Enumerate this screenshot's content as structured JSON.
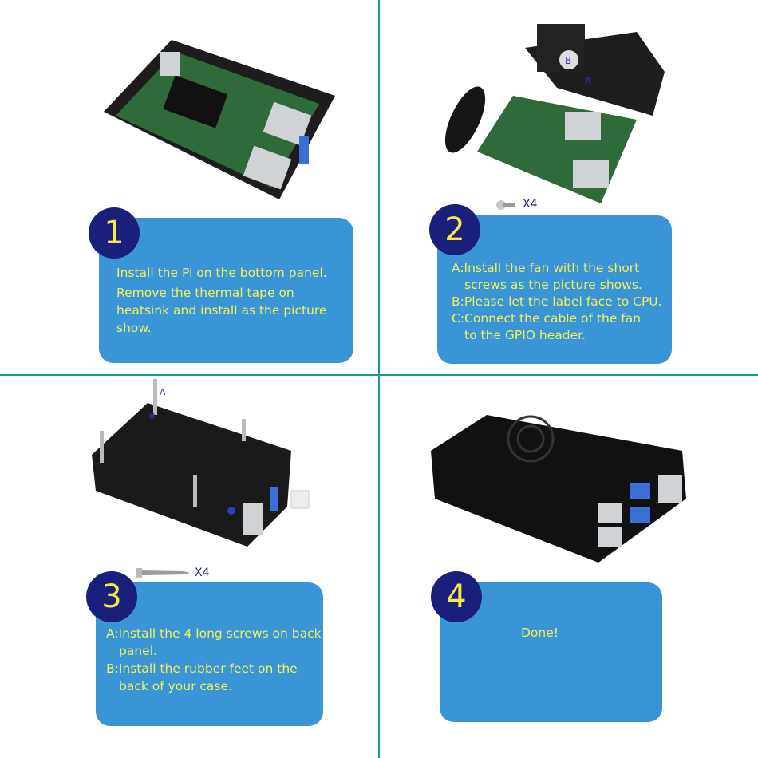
{
  "steps": [
    {
      "number": "1",
      "lines": [
        "Install the Pi on the bottom panel.",
        "Remove the thermal tape on",
        "heatsink and install as the picture",
        "show."
      ]
    },
    {
      "number": "2",
      "screw_count": "X4",
      "lines": [
        "A:Install the fan with the short",
        "screws as the picture shows.",
        "B:Please let the label face to CPU.",
        "C:Connect the cable of the fan",
        "to the GPIO header."
      ],
      "labels": {
        "a": "A",
        "b": "B"
      }
    },
    {
      "number": "3",
      "screw_count": "X4",
      "lines": [
        "A:Install the 4 long screws on back",
        "panel.",
        "B:Install the rubber feet on the",
        "back of your case."
      ],
      "labels": {
        "a": "A",
        "b": "B"
      }
    },
    {
      "number": "4",
      "lines": [
        "Done!"
      ]
    }
  ],
  "colors": {
    "divider": "#1a9a8e",
    "box": "#3a95d6",
    "circle": "#1b1f7c",
    "text": "#f2ee5c"
  }
}
